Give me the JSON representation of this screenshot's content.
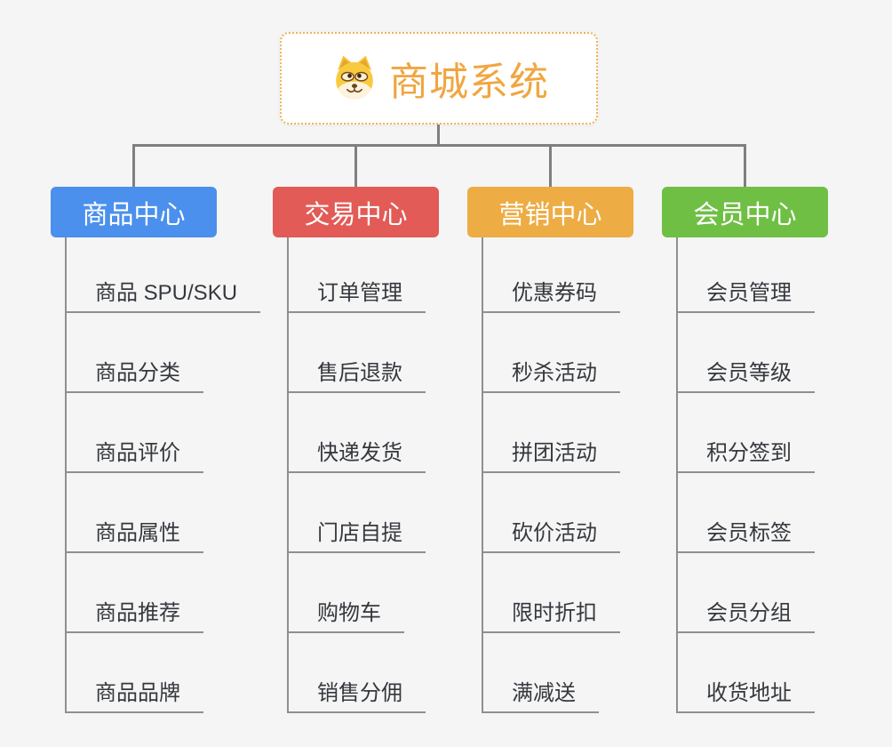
{
  "root": {
    "title": "商城系统",
    "icon": "dog-face-icon"
  },
  "branches": [
    {
      "label": "商品中心",
      "color": "#4b90ec",
      "items": [
        "商品 SPU/SKU",
        "商品分类",
        "商品评价",
        "商品属性",
        "商品推荐",
        "商品品牌"
      ]
    },
    {
      "label": "交易中心",
      "color": "#e25b56",
      "items": [
        "订单管理",
        "售后退款",
        "快递发货",
        "门店自提",
        "购物车",
        "销售分佣"
      ]
    },
    {
      "label": "营销中心",
      "color": "#edac44",
      "items": [
        "优惠券码",
        "秒杀活动",
        "拼团活动",
        "砍价活动",
        "限时折扣",
        "满减送"
      ]
    },
    {
      "label": "会员中心",
      "color": "#6fbf45",
      "items": [
        "会员管理",
        "会员等级",
        "积分签到",
        "会员标签",
        "会员分组",
        "收货地址"
      ]
    }
  ],
  "colors": {
    "background": "#f5f5f5",
    "connector": "#7f7f7f",
    "branch_line": "#8f8f8f",
    "item_text": "#35383d",
    "root_text": "#f0a640",
    "root_border": "#f0b25a"
  }
}
